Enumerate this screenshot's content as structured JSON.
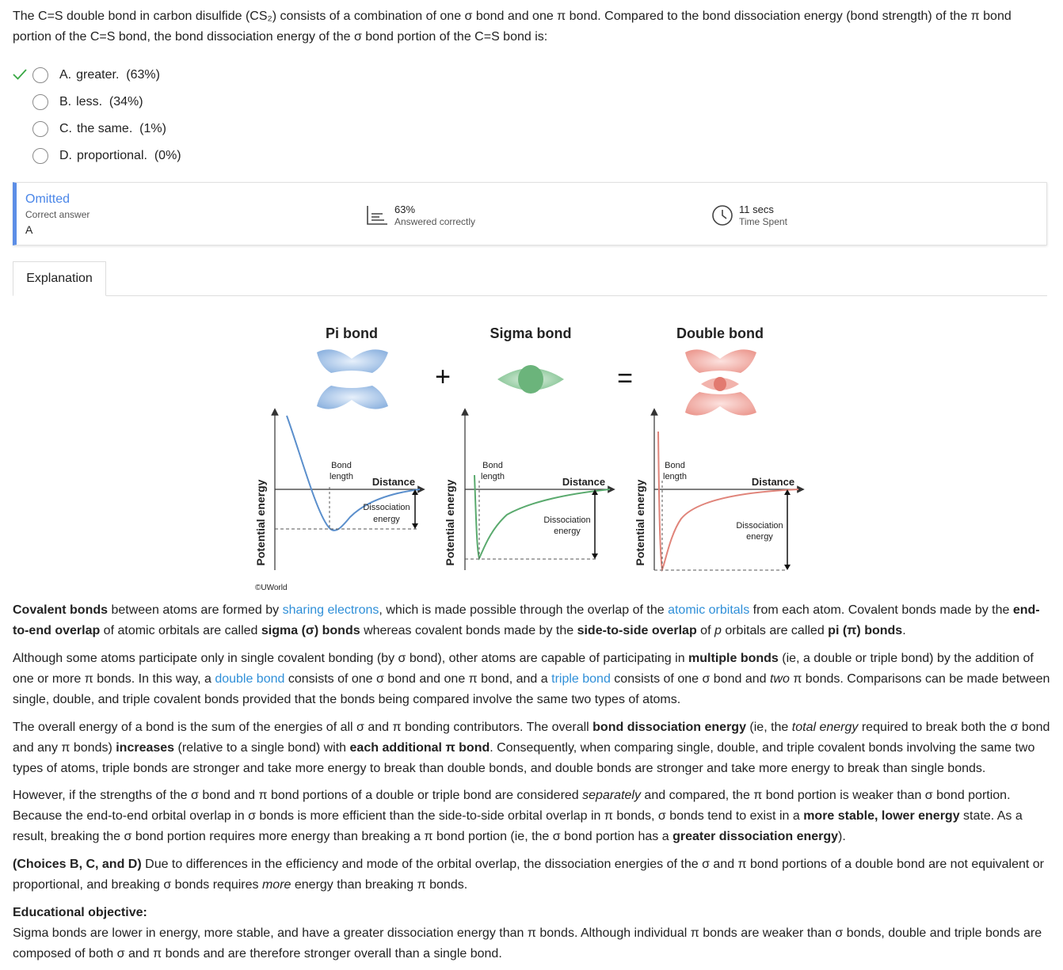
{
  "question": {
    "text": "The C=S double bond in carbon disulfide (CS₂) consists of a combination of one σ bond and one π bond.  Compared to the bond dissociation energy (bond strength) of the π bond portion of the C=S bond, the bond dissociation energy of the σ bond portion of the C=S bond is:"
  },
  "choices": [
    {
      "letter": "A.",
      "text": "greater.",
      "pct": "(63%)",
      "correct": true
    },
    {
      "letter": "B.",
      "text": "less.",
      "pct": "(34%)",
      "correct": false
    },
    {
      "letter": "C.",
      "text": "the same.",
      "pct": "(1%)",
      "correct": false
    },
    {
      "letter": "D.",
      "text": "proportional.",
      "pct": "(0%)",
      "correct": false
    }
  ],
  "stats": {
    "status": "Omitted",
    "correct_label": "Correct answer",
    "correct_value": "A",
    "pct_value": "63%",
    "pct_label": "Answered correctly",
    "time_value": "11 secs",
    "time_label": "Time Spent",
    "accent_color": "#4a86e8"
  },
  "tabs": {
    "explanation": "Explanation"
  },
  "figure": {
    "titles": {
      "pi": "Pi bond",
      "sigma": "Sigma bond",
      "double": "Double bond"
    },
    "plus": "+",
    "equals": "=",
    "ylabel": "Potential energy",
    "xlabel": "Distance",
    "bond_length_1": "Bond",
    "bond_length_2": "length",
    "diss_1": "Dissociation",
    "diss_2": "energy",
    "copyright": "©UWorld",
    "colors": {
      "pi": "#5b8fcc",
      "sigma": "#5aaa6e",
      "double": "#e0847a"
    }
  },
  "paragraphs": {
    "p1": {
      "a": "Covalent bonds",
      "b": " between atoms are formed by ",
      "c": "sharing electrons",
      "d": ", which is made possible through the overlap of the ",
      "e": "atomic orbitals",
      "f": " from each atom.  Covalent bonds made by the ",
      "g": "end-to-end overlap",
      "h": " of atomic orbitals are called ",
      "i": "sigma (σ) bonds",
      "j": " whereas covalent bonds made by the ",
      "k": "side-to-side overlap",
      "l": " of ",
      "m": "p",
      "n": " orbitals are called ",
      "o": "pi (π) bonds",
      "p": "."
    },
    "p2": {
      "a": "Although some atoms participate only in single covalent bonding (by σ bond), other atoms are capable of participating in ",
      "b": "multiple bonds",
      "c": " (ie, a double or triple bond) by the addition of one or more π bonds.  In this way, a ",
      "d": "double bond",
      "e": " consists of one σ bond and one π bond, and a ",
      "f": "triple bond",
      "g": " consists of one σ bond and ",
      "h": "two",
      "i": " π bonds.  Comparisons can be made between single, double, and triple covalent bonds provided that the bonds being compared involve the same two types of atoms."
    },
    "p3": {
      "a": "The overall energy of a bond is the sum of the energies of all σ and π bonding contributors.  The overall ",
      "b": "bond dissociation energy",
      "c": " (ie, the ",
      "d": "total energy",
      "e": " required to break both the σ bond and any π bonds) ",
      "f": "increases",
      "g": " (relative to a single bond) with ",
      "h": "each additional π bond",
      "i": ".  Consequently, when comparing single, double, and triple covalent bonds involving the same two types of atoms, triple bonds are stronger and take more energy to break than double bonds, and double bonds are stronger and take more energy to break than single bonds."
    },
    "p4": {
      "a": "However, if the strengths of the σ bond and π bond portions of a double or triple bond are considered ",
      "b": "separately",
      "c": " and compared, the π bond portion is weaker than σ bond portion.  Because the end-to-end orbital overlap in σ bonds is more efficient than the side-to-side orbital overlap in π bonds, σ bonds tend to exist in a ",
      "d": "more stable, lower energy",
      "e": " state.  As a result, breaking the σ bond portion requires more energy than breaking a π bond portion (ie, the σ bond portion has a ",
      "f": "greater dissociation energy",
      "g": ")."
    },
    "p5": {
      "a": "(Choices B, C, and D)",
      "b": "  Due to differences in the efficiency and mode of the orbital overlap, the dissociation energies of the σ and π bond portions of a double bond are not equivalent or proportional, and breaking σ bonds requires ",
      "c": "more",
      "d": " energy than breaking π bonds."
    },
    "objective_title": "Educational objective:",
    "objective_text": "Sigma bonds are lower in energy, more stable, and have a greater dissociation energy than π bonds.  Although individual π bonds are weaker than σ bonds, double and triple bonds are composed of both σ and π bonds and are therefore stronger overall than a single bond."
  }
}
